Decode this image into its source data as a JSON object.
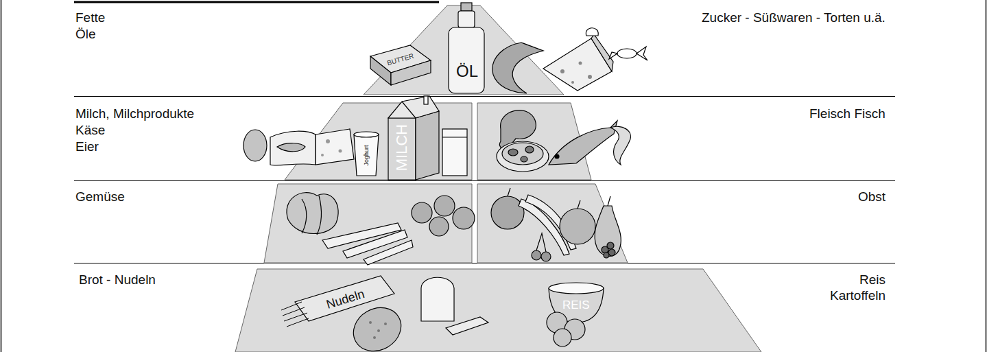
{
  "diagram": {
    "labels": [
      "Fette",
      "Öle",
      "Zucker - Süßwaren - Torten u.ä.",
      "BUTTER",
      "ÖL",
      "Milch, Milchprodukte",
      "Käse",
      "Eier",
      "Joghurt",
      "MILCH",
      "Fleisch Fisch",
      "Gemüse",
      "Obst",
      "Brot - Nudeln",
      "Nudeln",
      "REIS",
      "Reis",
      "Kartoffeln"
    ]
  }
}
